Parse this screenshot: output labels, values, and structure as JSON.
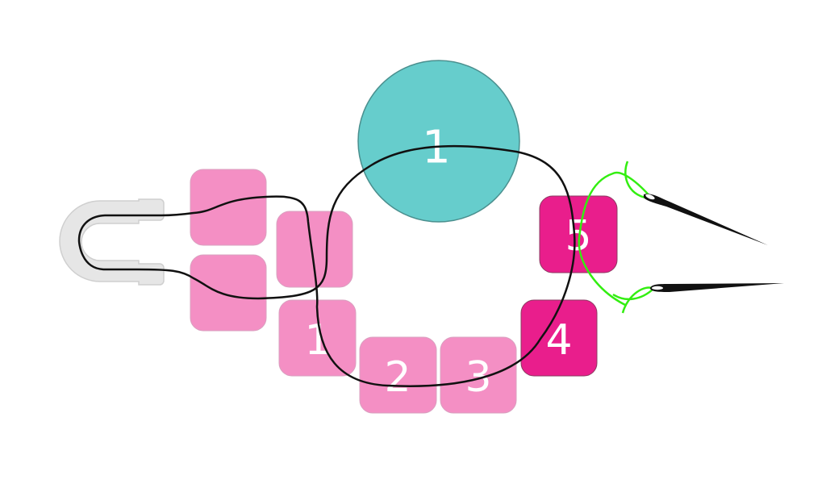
{
  "colors": {
    "light_bead": "#f48fc4",
    "dark_bead": "#e91e8c",
    "round_bead": "#66cdcc",
    "clasp": "#e6e6e6",
    "thread": "#111111",
    "green_thread": "#33ee11"
  },
  "round_bead": {
    "label": "1"
  },
  "beads": [
    {
      "label": "",
      "tone": "light"
    },
    {
      "label": "",
      "tone": "light"
    },
    {
      "label": "",
      "tone": "light"
    },
    {
      "label": "1",
      "tone": "light"
    },
    {
      "label": "2",
      "tone": "light"
    },
    {
      "label": "3",
      "tone": "light"
    },
    {
      "label": "4",
      "tone": "dark"
    },
    {
      "label": "5",
      "tone": "dark"
    }
  ]
}
